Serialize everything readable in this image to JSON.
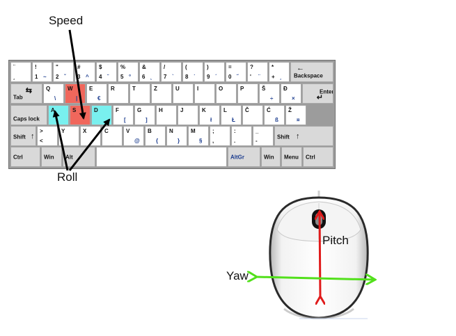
{
  "labels": {
    "speed": "Speed",
    "roll": "Roll",
    "pitch": "Pitch",
    "yaw": "Yaw"
  },
  "colors": {
    "speed_key": "#f0675c",
    "roll_keys": "#79f0ef",
    "pitch_arrow": "#e01b1b",
    "yaw_arrow": "#52e01b",
    "callout_arrow": "#000000"
  },
  "keyboard": {
    "row1": [
      {
        "tl": "¨",
        "bl": "¸"
      },
      {
        "tl": "!",
        "bl": "1",
        "br": "~"
      },
      {
        "tl": "\"",
        "bl": "2",
        "br": "ˇ"
      },
      {
        "tl": "#",
        "bl": "3",
        "br": "^"
      },
      {
        "tl": "$",
        "bl": "4",
        "br": "˘"
      },
      {
        "tl": "%",
        "bl": "5",
        "br": "°"
      },
      {
        "tl": "&",
        "bl": "6",
        "br": "˛"
      },
      {
        "tl": "/",
        "bl": "7",
        "br": "`"
      },
      {
        "tl": "(",
        "bl": "8",
        "br": "˙"
      },
      {
        "tl": ")",
        "bl": "9",
        "br": "´"
      },
      {
        "tl": "=",
        "bl": "0",
        "br": "˝"
      },
      {
        "tl": "?",
        "bl": "'",
        "br": "¨"
      },
      {
        "tl": "*",
        "bl": "+",
        "br": "¸"
      },
      {
        "label": "Backspace",
        "sym": "←"
      }
    ],
    "row2": [
      {
        "label": "Tab",
        "sym": "⇆"
      },
      {
        "tl": "Q",
        "br": "\\"
      },
      {
        "tl": "W",
        "br": "|"
      },
      {
        "tl": "E",
        "br": "€"
      },
      {
        "tl": "R"
      },
      {
        "tl": "T"
      },
      {
        "tl": "Z"
      },
      {
        "tl": "U"
      },
      {
        "tl": "I"
      },
      {
        "tl": "O"
      },
      {
        "tl": "P"
      },
      {
        "tl": "Š",
        "br": "÷"
      },
      {
        "tl": "Đ",
        "br": "×"
      },
      {
        "label": "Enter",
        "sym": "↵"
      }
    ],
    "row3": [
      {
        "label": "Caps lock"
      },
      {
        "tl": "A"
      },
      {
        "tl": "S"
      },
      {
        "tl": "D"
      },
      {
        "tl": "F",
        "br": "["
      },
      {
        "tl": "G",
        "br": "]"
      },
      {
        "tl": "H"
      },
      {
        "tl": "J"
      },
      {
        "tl": "K",
        "br": "ł"
      },
      {
        "tl": "L",
        "br": "Ł"
      },
      {
        "tl": "Č"
      },
      {
        "tl": "Ć",
        "br": "ß"
      },
      {
        "tl": "Ž",
        "br": "¤"
      }
    ],
    "row4": [
      {
        "label": "Shift",
        "sym": "↑"
      },
      {
        "tl": ">",
        "bl": "<"
      },
      {
        "tl": "Y"
      },
      {
        "tl": "X"
      },
      {
        "tl": "C"
      },
      {
        "tl": "V",
        "br": "@"
      },
      {
        "tl": "B",
        "br": "{"
      },
      {
        "tl": "N",
        "br": "}"
      },
      {
        "tl": "M",
        "br": "§"
      },
      {
        "tl": ";",
        "bl": ","
      },
      {
        "tl": ":",
        "bl": "."
      },
      {
        "tl": "_",
        "bl": "-"
      },
      {
        "label": "Shift",
        "sym": "↑"
      }
    ],
    "row5": [
      {
        "label": "Ctrl"
      },
      {
        "label": "Win"
      },
      {
        "label": "Alt"
      },
      {
        "label": ""
      },
      {
        "label": "AltGr"
      },
      {
        "label": "Win"
      },
      {
        "label": "Menu"
      },
      {
        "label": "Ctrl"
      }
    ]
  }
}
